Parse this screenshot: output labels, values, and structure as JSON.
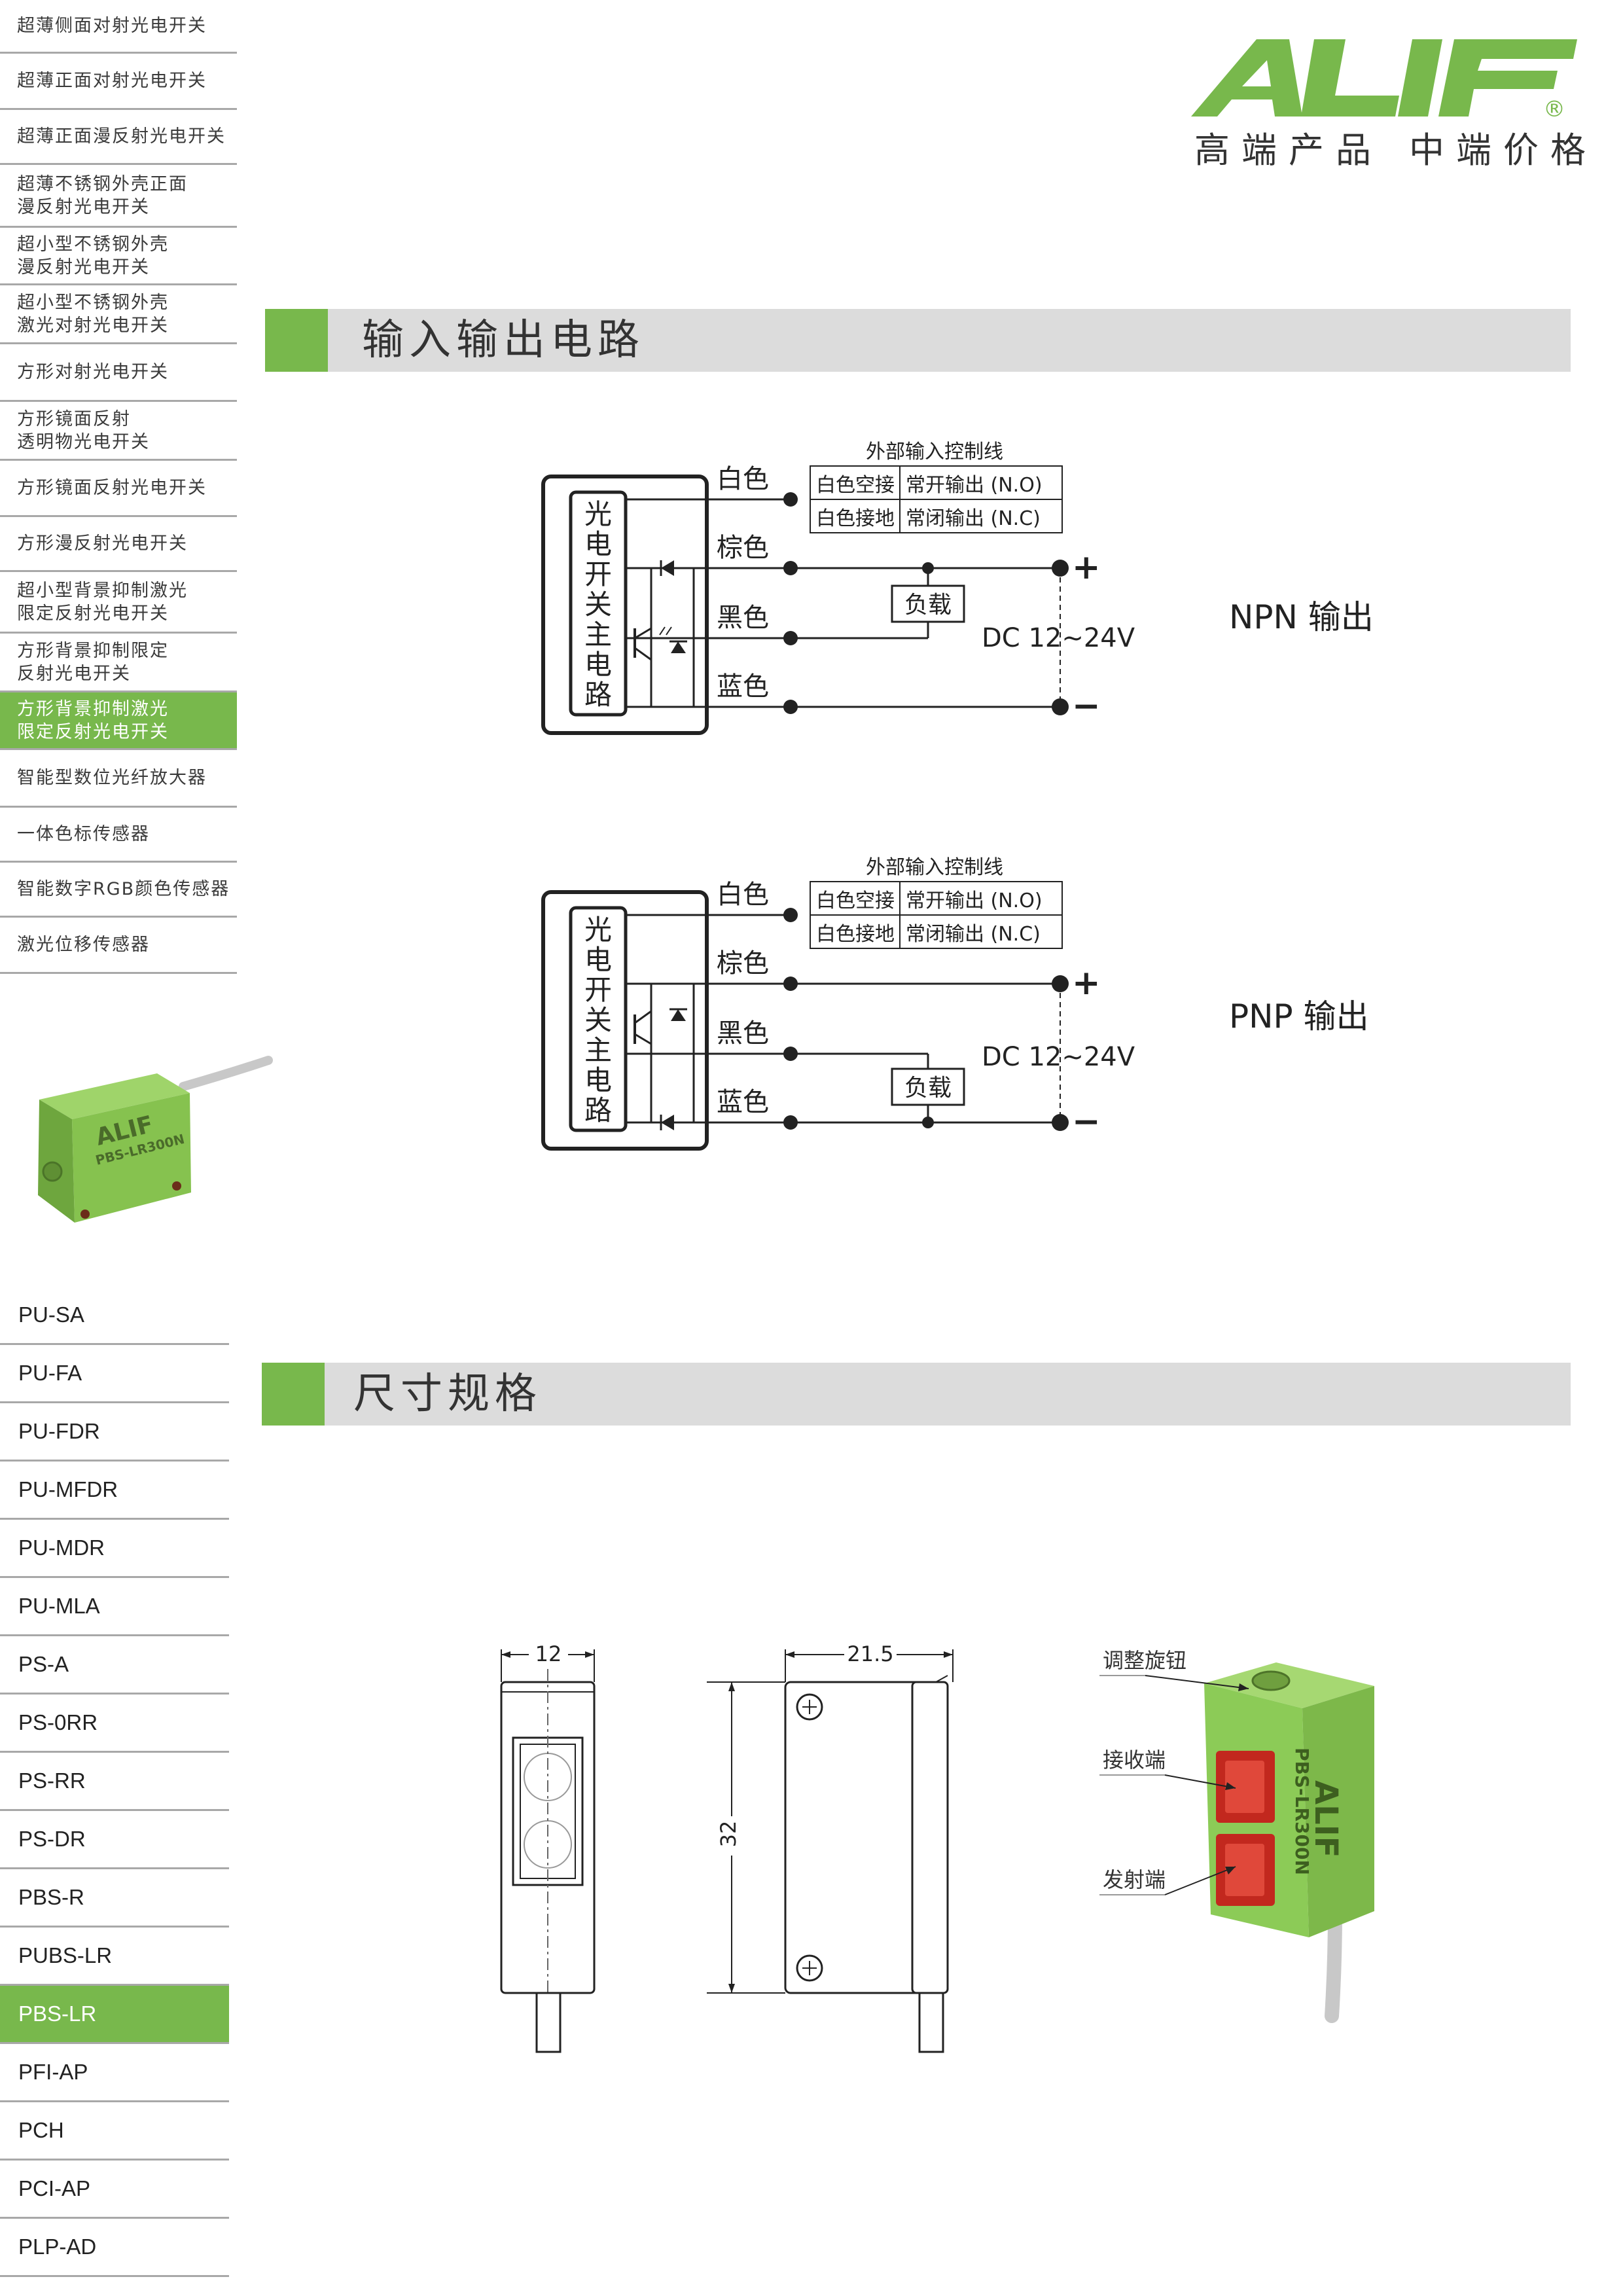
{
  "colors": {
    "brand_green": "#78b84c",
    "bar_gray": "#dcdcdc",
    "divider": "#a8a8a8"
  },
  "sidebar_categories": [
    {
      "lines": [
        "超薄侧面对射光电开关"
      ]
    },
    {
      "lines": [
        "超薄正面对射光电开关"
      ]
    },
    {
      "lines": [
        "超薄正面漫反射光电开关"
      ]
    },
    {
      "lines": [
        "超薄不锈钢外壳正面",
        "漫反射光电开关"
      ]
    },
    {
      "lines": [
        "超小型不锈钢外壳",
        "漫反射光电开关"
      ]
    },
    {
      "lines": [
        "超小型不锈钢外壳",
        "激光对射光电开关"
      ]
    },
    {
      "lines": [
        "方形对射光电开关"
      ]
    },
    {
      "lines": [
        "方形镜面反射",
        "透明物光电开关"
      ]
    },
    {
      "lines": [
        "方形镜面反射光电开关"
      ]
    },
    {
      "lines": [
        "方形漫反射光电开关"
      ]
    },
    {
      "lines": [
        "超小型背景抑制激光",
        "限定反射光电开关"
      ]
    },
    {
      "lines": [
        "方形背景抑制限定",
        "反射光电开关"
      ]
    },
    {
      "lines": [
        "方形背景抑制激光",
        "限定反射光电开关"
      ],
      "active": true
    },
    {
      "lines": [
        "智能型数位光纤放大器"
      ]
    },
    {
      "lines": [
        "一体色标传感器"
      ]
    },
    {
      "lines": [
        "智能数字RGB颜色传感器"
      ]
    },
    {
      "lines": [
        "激光位移传感器"
      ]
    }
  ],
  "product_photo": {
    "label": "PBS-LR300N",
    "brand": "ALIF"
  },
  "models": [
    {
      "name": "PU-SA"
    },
    {
      "name": "PU-FA"
    },
    {
      "name": "PU-FDR"
    },
    {
      "name": "PU-MFDR"
    },
    {
      "name": "PU-MDR"
    },
    {
      "name": "PU-MLA"
    },
    {
      "name": "PS-A"
    },
    {
      "name": "PS-0RR"
    },
    {
      "name": "PS-RR"
    },
    {
      "name": "PS-DR"
    },
    {
      "name": "PBS-R"
    },
    {
      "name": "PUBS-LR"
    },
    {
      "name": "PBS-LR",
      "active": true
    },
    {
      "name": "PFI-AP"
    },
    {
      "name": "PCH"
    },
    {
      "name": "PCI-AP"
    },
    {
      "name": "PLP-AD"
    }
  ],
  "logo": {
    "brand": "ALIF",
    "registered": "®",
    "slogan_left": "高端产品",
    "slogan_right": "中端价格"
  },
  "section_io": {
    "title": "输入输出电路"
  },
  "section_dim": {
    "title": "尺寸规格"
  },
  "circuit_npn": {
    "box_label": "光电开关主电路",
    "table_title": "外部输入控制线",
    "table_rows": [
      [
        "白色空接",
        "常开输出 (N.O)"
      ],
      [
        "白色接地",
        "常闭输出 (N.C)"
      ]
    ],
    "wires": [
      "白色",
      "棕色",
      "黑色",
      "蓝色"
    ],
    "load": "负载",
    "supply": "DC 12~24V",
    "plus": "+",
    "minus": "−",
    "output_label": "NPN 输出"
  },
  "circuit_pnp": {
    "box_label": "光电开关主电路",
    "table_title": "外部输入控制线",
    "table_rows": [
      [
        "白色空接",
        "常开输出 (N.O)"
      ],
      [
        "白色接地",
        "常闭输出 (N.C)"
      ]
    ],
    "wires": [
      "白色",
      "棕色",
      "黑色",
      "蓝色"
    ],
    "load": "负载",
    "supply": "DC 12~24V",
    "plus": "+",
    "minus": "−",
    "output_label": "PNP 输出"
  },
  "dimensions": {
    "width": "12",
    "depth": "21.5",
    "height": "32"
  },
  "sensor_callouts": {
    "knob": "调整旋钮",
    "receiver": "接收端",
    "emitter": "发射端",
    "label": "PBS-LR300N",
    "brand": "ALIF"
  }
}
